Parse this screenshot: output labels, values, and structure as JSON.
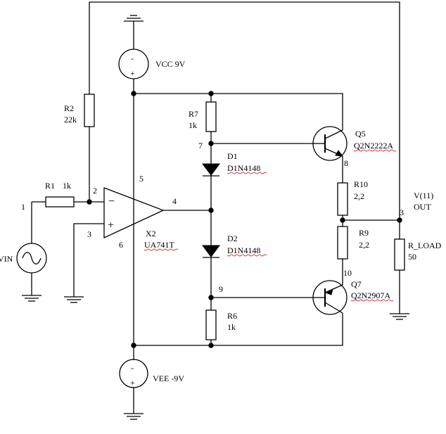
{
  "components": {
    "vcc": {
      "name": "VCC 9V",
      "plus": "+",
      "minus": "-"
    },
    "vee": {
      "name": "VEE -9V",
      "plus": "+",
      "minus": "-"
    },
    "vin": {
      "name": "VIN"
    },
    "r1": {
      "name": "R1",
      "value": "1k"
    },
    "r2": {
      "name": "R2",
      "value": "22k"
    },
    "r6": {
      "name": "R6",
      "value": "1k"
    },
    "r7": {
      "name": "R7",
      "value": "1k"
    },
    "r9": {
      "name": "R9",
      "value": "2,2"
    },
    "r10": {
      "name": "R10",
      "value": "2,2"
    },
    "rload": {
      "name": "R_LOAD",
      "value": "50"
    },
    "d1": {
      "name": "D1",
      "model": "D1N4148"
    },
    "d2": {
      "name": "D2",
      "model": "D1N4148"
    },
    "x2": {
      "name": "X2",
      "model": "UA741T",
      "minus": "−",
      "plus": "+"
    },
    "q5": {
      "name": "Q5",
      "model": "Q2N2222A"
    },
    "q7": {
      "name": "Q7",
      "model": "Q2N2907A"
    }
  },
  "nodes": {
    "n1": "1",
    "n2": "2",
    "n3": "3",
    "n4": "4",
    "n5": "5",
    "n6": "6",
    "n7": "7",
    "n8": "8",
    "n9": "9",
    "n10": "10",
    "n3b": "3"
  },
  "probe": {
    "label": "V(11)",
    "sub": "OUT"
  }
}
